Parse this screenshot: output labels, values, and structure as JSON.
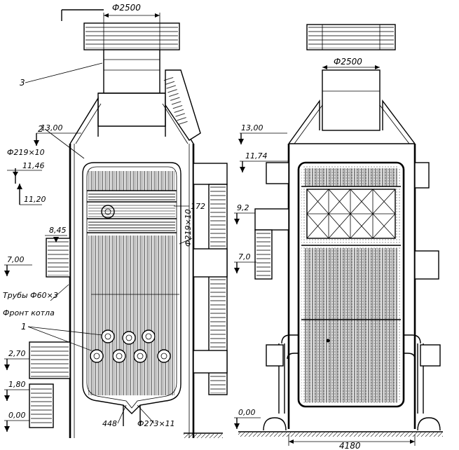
{
  "left_view": {
    "top_diameter": "Ф2500",
    "callouts": {
      "three": "3",
      "two": "2",
      "one": "1"
    },
    "levels": {
      "l1300": "13,00",
      "l1146": "11,46",
      "l1120": "11,20",
      "l845": "8,45",
      "l700": "7,00",
      "l270": "2,70",
      "l180": "1,80",
      "l000": "0,00"
    },
    "pipes": {
      "p219_top": "Ф219×10",
      "p219_side": "Ф219×10",
      "p273": "Ф273×11",
      "tubes": "Трубы Ф60×3"
    },
    "dims": {
      "d172": "172",
      "d448": "448"
    },
    "front": "Фронт котла"
  },
  "right_view": {
    "top_diameter": "Ф2500",
    "levels": {
      "l1300": "13,00",
      "l1174": "11,74",
      "l92": "9,2",
      "l70": "7,0",
      "l000": "0,00"
    },
    "width": "4180"
  }
}
